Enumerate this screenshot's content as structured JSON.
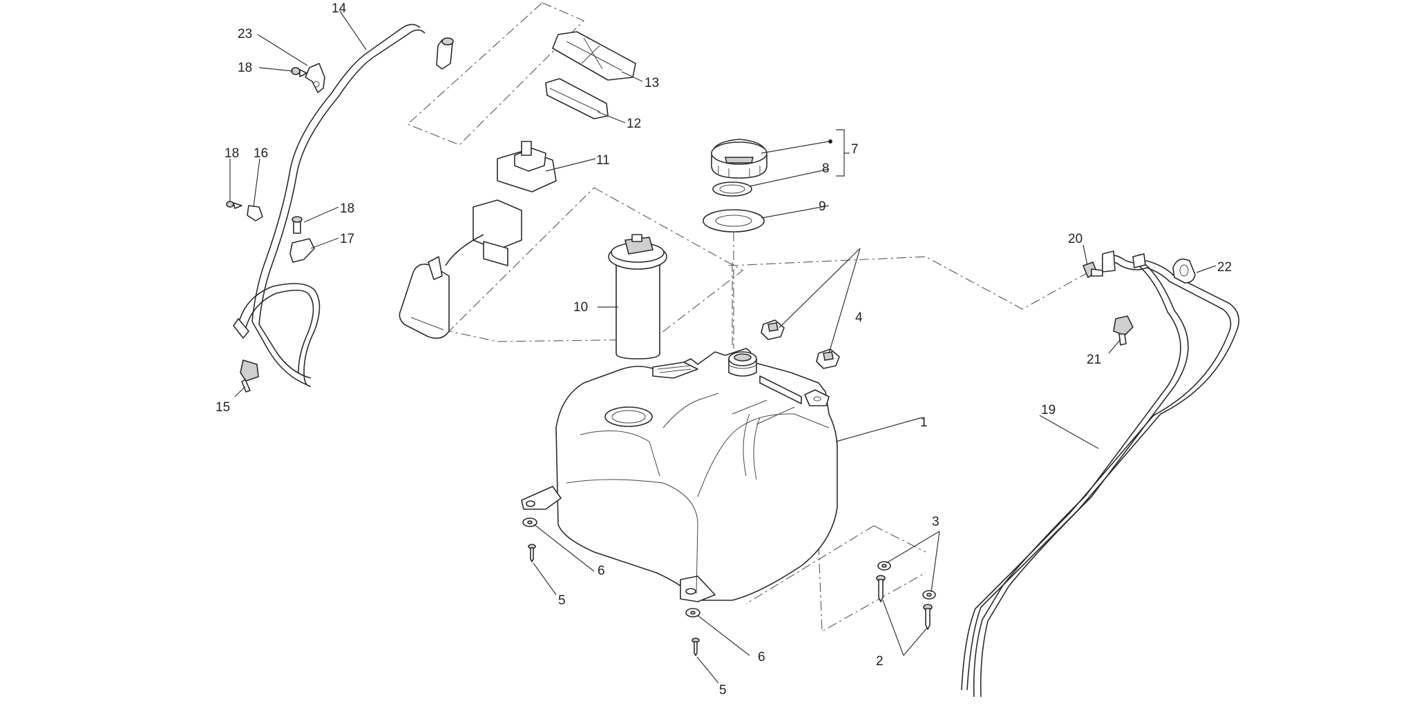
{
  "callouts": {
    "c1": "1",
    "c2": "2",
    "c3": "3",
    "c4": "4",
    "c5a": "5",
    "c5b": "5",
    "c6a": "6",
    "c6b": "6",
    "c7": "7",
    "c8": "8",
    "c9": "9",
    "c10": "10",
    "c11": "11",
    "c12": "12",
    "c13": "13",
    "c14": "14",
    "c15": "15",
    "c16": "16",
    "c17": "17",
    "c18a": "18",
    "c18b": "18",
    "c18c": "18",
    "c19": "19",
    "c20": "20",
    "c21": "21",
    "c22": "22",
    "c23": "23"
  }
}
